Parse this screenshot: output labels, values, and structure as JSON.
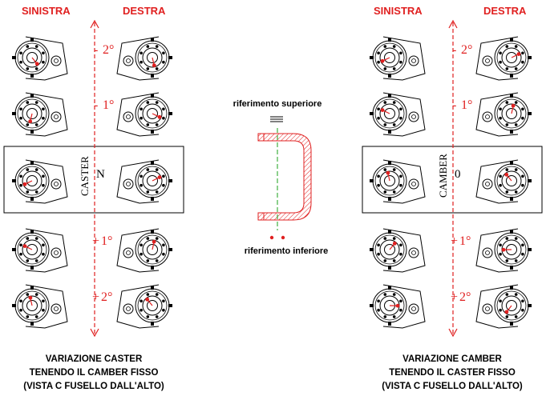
{
  "panels": {
    "left": {
      "col_left_label": "SINISTRA",
      "col_right_label": "DESTRA",
      "vertical_label": "CASTER",
      "center_mark": "N",
      "steps": [
        "2°",
        "1°",
        "1°",
        "2°"
      ],
      "step_signs": [
        "-",
        "-",
        "+",
        "+"
      ],
      "caption_line1": "VARIAZIONE CASTER",
      "caption_line2": "TENENDO IL CAMBER FISSO",
      "caption_line3": "(VISTA C FUSELLO DALL'ALTO)"
    },
    "right": {
      "col_left_label": "SINISTRA",
      "col_right_label": "DESTRA",
      "vertical_label": "CAMBER",
      "center_mark": "0",
      "steps": [
        "2°",
        "1°",
        "1°",
        "2°"
      ],
      "step_signs": [
        "-",
        "-",
        "+",
        "+"
      ],
      "caption_line1": "VARIAZIONE CAMBER",
      "caption_line2": "TENENDO IL CASTER FISSO",
      "caption_line3": "(VISTA C FUSELLO DALL'ALTO)"
    }
  },
  "reference": {
    "top_label": "riferimento superiore",
    "bottom_label": "riferimento inferiore"
  },
  "colors": {
    "accent": "#e02020",
    "guide": "#1aa01a",
    "ink": "#000000"
  }
}
